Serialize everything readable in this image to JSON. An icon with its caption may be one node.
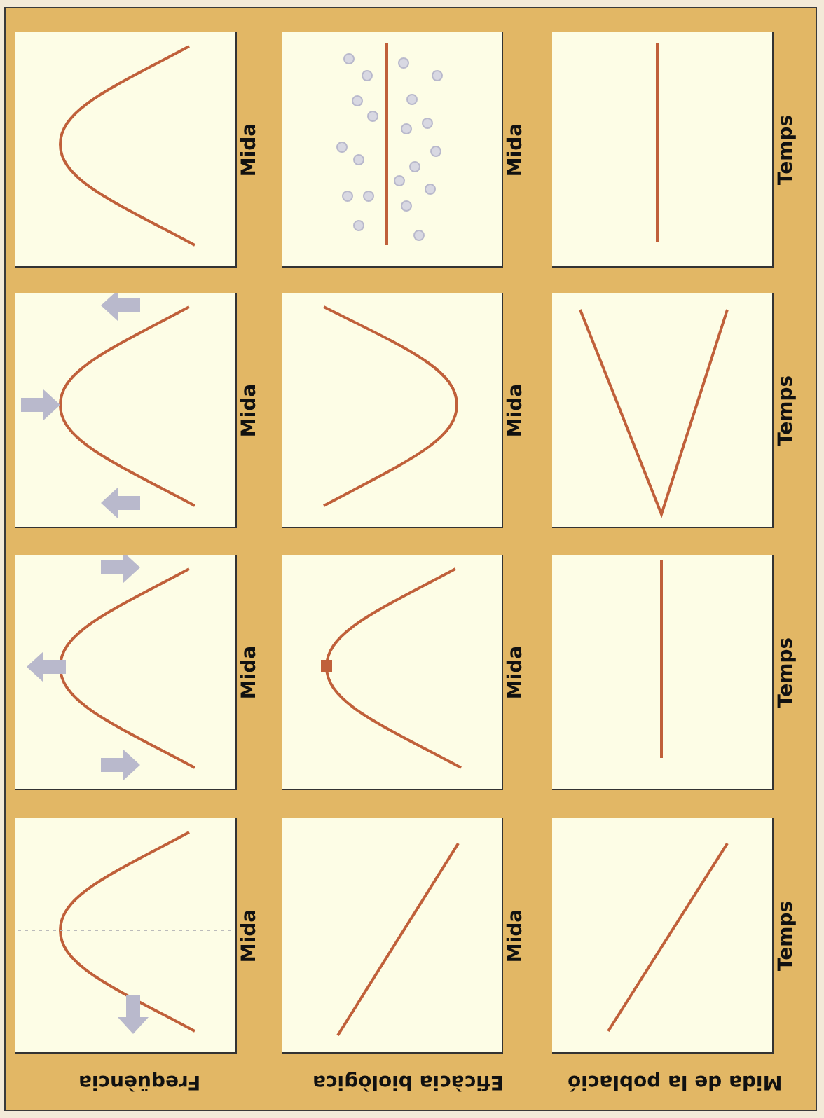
{
  "diagram": {
    "labels": [
      "Mida",
      "Mida",
      "Temps",
      "Mida",
      "Mida",
      "Temps",
      "Mida",
      "Mida",
      "Temps",
      "Mida",
      "Mida",
      "Temps",
      "Freqüència",
      "Eficàcia biològica",
      "Mida de la població"
    ]
  }
}
